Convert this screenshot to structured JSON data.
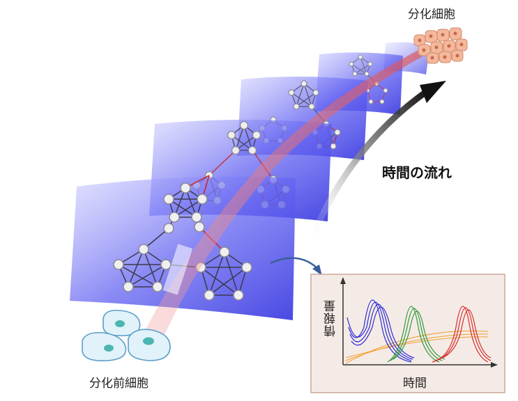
{
  "labels": {
    "differentiated_cells": "分化細胞",
    "time_flow": "時間の流れ",
    "progenitor_cells": "分化前細胞",
    "axis_x": "時間",
    "axis_y": "情報量"
  },
  "colors": {
    "panel": "#5c5cf0",
    "network_edge": "#555566",
    "network_edge_active": "#d22020",
    "node_fill": "#f2f2f2",
    "node_stroke": "#8a8a9a",
    "trajectory": "#e07070",
    "arrow": "#1a1a1a",
    "cell_fill": "#dff0f8",
    "cell_nucleus": "#4bb6b0",
    "diff_cell_fill": "#f4b89c",
    "inset_bg": "#f5ebe6",
    "series_blue": "#2b2bd6",
    "series_green": "#2e9a3c",
    "series_red": "#d82a2a",
    "series_orange": "#f0a030"
  },
  "icons": [
    "progenitor-cell-icon",
    "differentiated-cell-cluster-icon",
    "curved-pointer-arrow-icon",
    "time-arrow-icon"
  ]
}
